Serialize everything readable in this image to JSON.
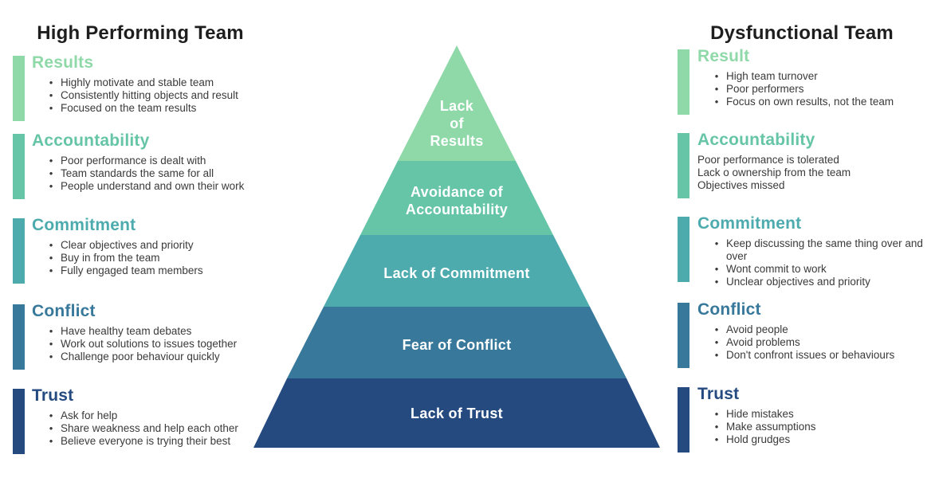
{
  "glyphs": {
    "bullet": "•"
  },
  "left_panel": {
    "title": "High Performing Team",
    "sections": [
      {
        "heading": "Results",
        "color": "#8FD9A9",
        "bulleted": true,
        "items": [
          "Highly motivate and stable team",
          "Consistently hitting objects and result",
          "Focused on the team results"
        ]
      },
      {
        "heading": "Accountability",
        "color": "#66C5A6",
        "bulleted": true,
        "items": [
          "Poor performance is dealt with",
          "Team standards the same for all",
          "People understand and own their work"
        ]
      },
      {
        "heading": "Commitment",
        "color": "#4DABAE",
        "bulleted": true,
        "items": [
          "Clear objectives and priority",
          "Buy in from the team",
          "Fully engaged team members"
        ]
      },
      {
        "heading": "Conflict",
        "color": "#38799B",
        "bulleted": true,
        "items": [
          "Have healthy team debates",
          "Work out solutions to issues together",
          "Challenge poor behaviour quickly"
        ]
      },
      {
        "heading": "Trust",
        "color": "#254A80",
        "bulleted": true,
        "items": [
          "Ask for help",
          "Share weakness and help each other",
          "Believe everyone is trying their best"
        ]
      }
    ]
  },
  "right_panel": {
    "title": "Dysfunctional Team",
    "sections": [
      {
        "heading": "Result",
        "color": "#8FD9A9",
        "bulleted": true,
        "items": [
          "High team turnover",
          "Poor performers",
          "Focus on own results, not the team"
        ]
      },
      {
        "heading": "Accountability",
        "color": "#66C5A6",
        "bulleted": false,
        "items": [
          "Poor performance is tolerated",
          "Lack o ownership from the team",
          "Objectives missed"
        ]
      },
      {
        "heading": "Commitment",
        "color": "#4DABAE",
        "bulleted": true,
        "items": [
          "Keep discussing the same thing over and over",
          "Wont commit to work",
          "Unclear objectives and priority"
        ]
      },
      {
        "heading": "Conflict",
        "color": "#38799B",
        "bulleted": true,
        "items": [
          "Avoid people",
          "Avoid problems",
          "Don't confront issues or behaviours"
        ]
      },
      {
        "heading": "Trust",
        "color": "#254A80",
        "bulleted": true,
        "items": [
          "Hide mistakes",
          "Make assumptions",
          "Hold grudges"
        ]
      }
    ]
  },
  "pyramid": {
    "text_color": "#ffffff",
    "tiers": [
      {
        "label": "Lack of Results",
        "color": "#8FD9A9",
        "lines": [
          "Lack",
          "of",
          "Results"
        ]
      },
      {
        "label": "Avoidance of Accountability",
        "color": "#66C5A6",
        "lines": [
          "Avoidance of",
          "Accountability"
        ]
      },
      {
        "label": "Lack of Commitment",
        "color": "#4DABAE",
        "lines": [
          "Lack of Commitment"
        ]
      },
      {
        "label": "Fear of Conflict",
        "color": "#38799B",
        "lines": [
          "Fear of Conflict"
        ]
      },
      {
        "label": "Lack of Trust",
        "color": "#254A80",
        "lines": [
          "Lack of Trust"
        ]
      }
    ]
  }
}
